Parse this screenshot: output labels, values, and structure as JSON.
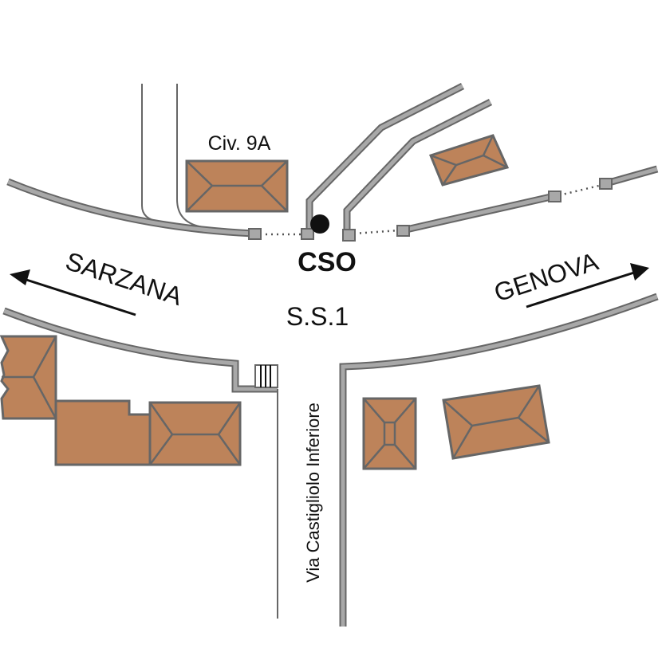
{
  "labels": {
    "building_number": "Civ. 9A",
    "site": "CSO",
    "main_road": "S.S.1",
    "west_direction": "SARZANA",
    "east_direction": "GENOVA",
    "side_street": "Via Castigliolo Inferiore"
  },
  "colors": {
    "building": "#BD835A",
    "wall": "#A8A8A8",
    "outline": "#666666",
    "marker": "#111111"
  }
}
